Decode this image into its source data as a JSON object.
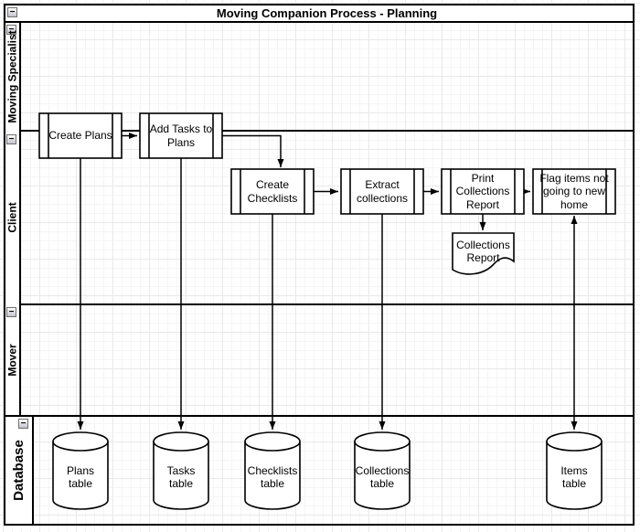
{
  "title": "Moving Companion Process - Planning",
  "icons": {
    "collapse_glyph": "−"
  },
  "lanes": [
    {
      "label": "Moving Specialist"
    },
    {
      "label": "Client"
    },
    {
      "label": "Mover"
    },
    {
      "label": "Database"
    }
  ],
  "processes": [
    {
      "label": "Create Plans"
    },
    {
      "label": "Add Tasks to Plans"
    },
    {
      "label": "Create Checklists"
    },
    {
      "label": "Extract collections"
    },
    {
      "label": "Print Collections Report"
    },
    {
      "label": "Flag items not going to new home"
    }
  ],
  "documents": [
    {
      "label": "Collections Report"
    }
  ],
  "datastores": [
    {
      "label": "Plans table"
    },
    {
      "label": "Tasks table"
    },
    {
      "label": "Checklists table"
    },
    {
      "label": "Collections table"
    },
    {
      "label": "Items table"
    }
  ],
  "colors": {
    "stroke": "#000000",
    "shape_fill": "#ffffff",
    "grid_minor": "#f5f5f5",
    "grid_major": "#e9e9e9"
  }
}
